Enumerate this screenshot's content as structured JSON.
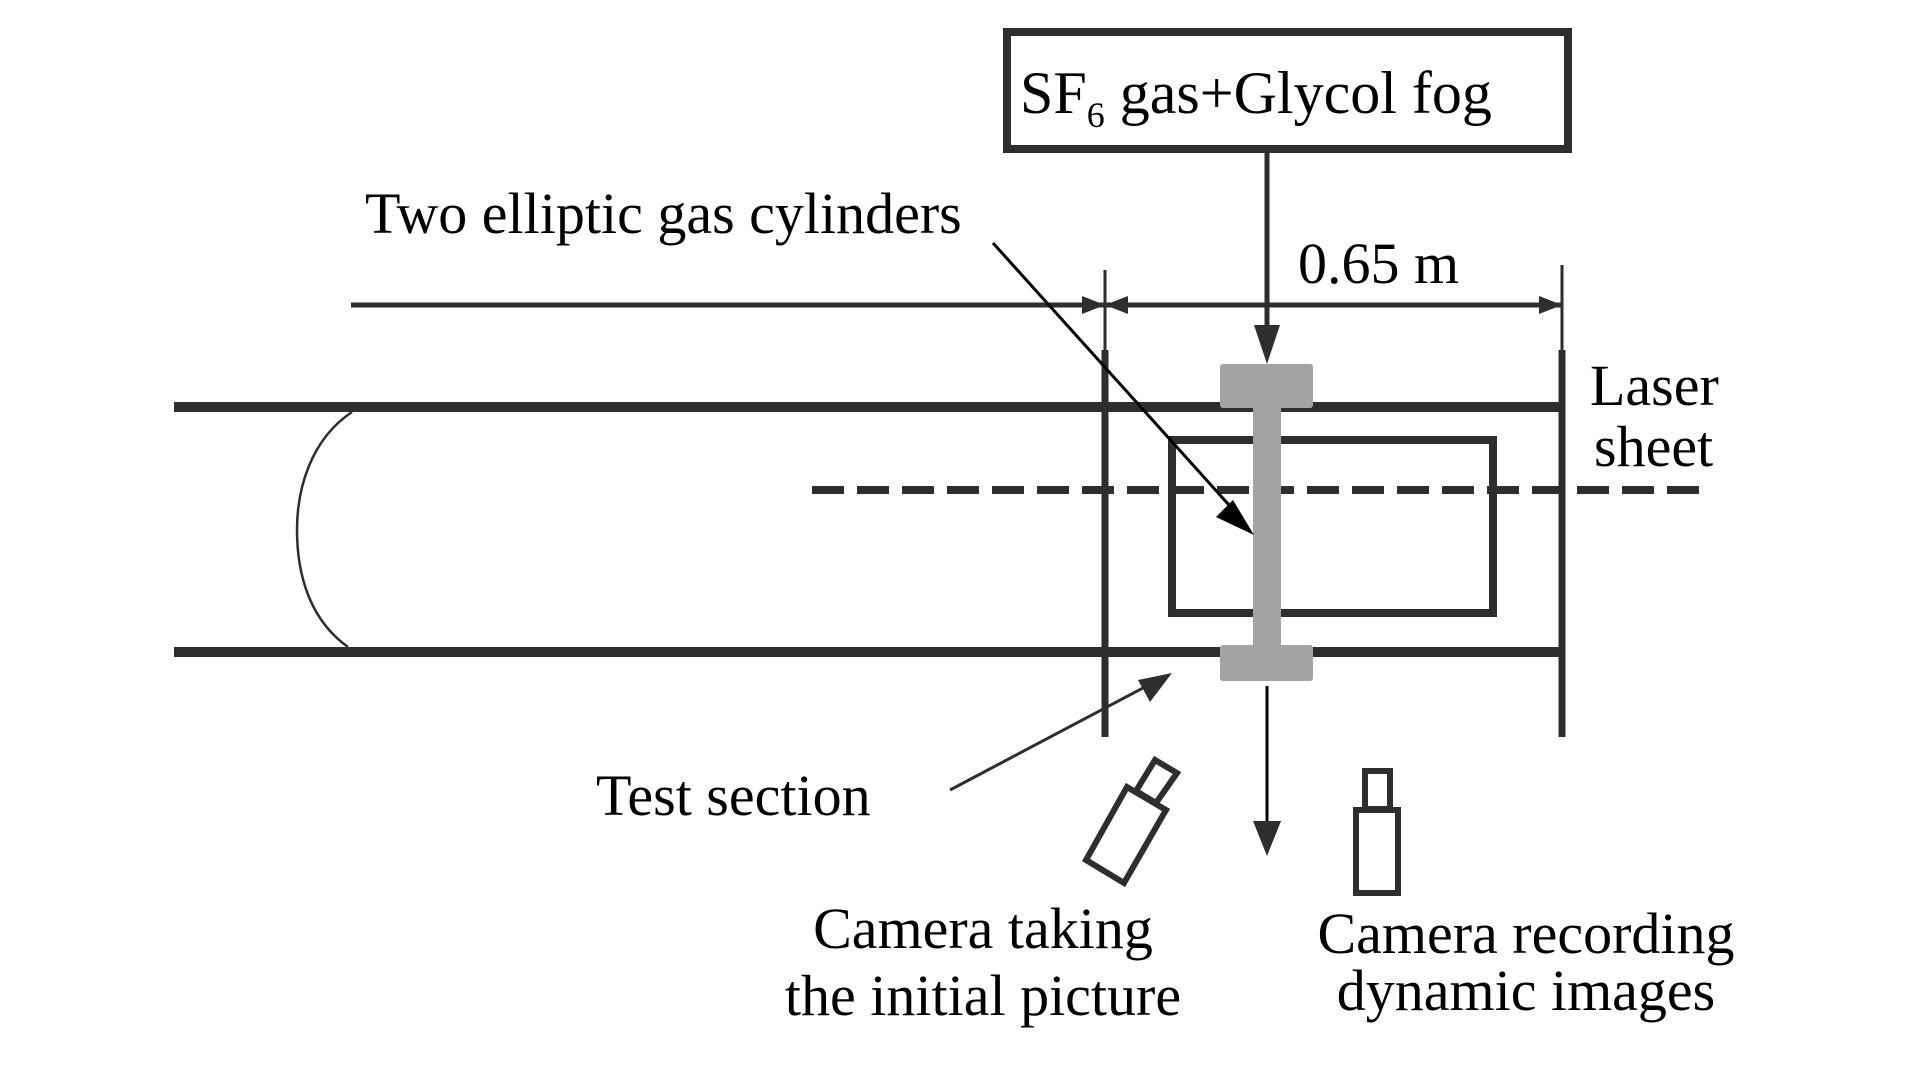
{
  "figure": {
    "type": "experimental-setup-schematic",
    "colors": {
      "line": "#2e2e2e",
      "interface": "#a3a3a3",
      "background": "#ffffff",
      "text": "#000000"
    }
  },
  "source_box": {
    "label_main": "SF",
    "label_subscript": "6",
    "label_rest": " gas+Glycol fog"
  },
  "dimension": {
    "label": "0.65 m",
    "value": 0.65,
    "unit": "m"
  },
  "labels": {
    "cylinders": "Two elliptic gas cylinders",
    "laser_line1": "Laser",
    "laser_line2": "sheet",
    "test_section": "Test section",
    "camera_initial_line1": "Camera taking",
    "camera_initial_line2": "the initial picture",
    "camera_dynamic_line1": "Camera recording",
    "camera_dynamic_line2": "dynamic images"
  }
}
